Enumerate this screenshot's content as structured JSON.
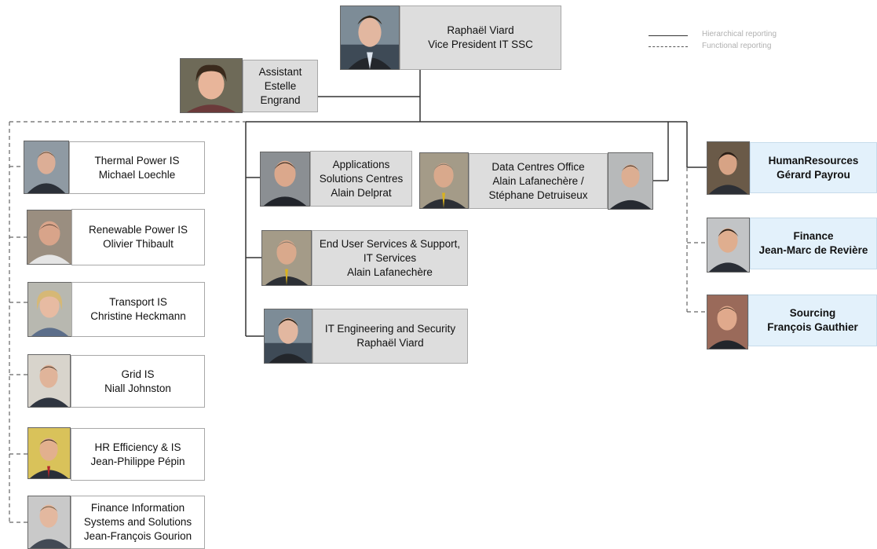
{
  "legend": {
    "hierarchical": "Hierarchical reporting",
    "functional": "Functional reporting"
  },
  "top": {
    "line1": "Raphaël Viard",
    "line2": "Vice President IT SSC"
  },
  "assistant": {
    "line1": "Assistant",
    "line2": "Estelle Engrand"
  },
  "left_units": [
    {
      "line1": "Thermal Power IS",
      "line2": "Michael Loechle"
    },
    {
      "line1": "Renewable Power IS",
      "line2": "Olivier Thibault"
    },
    {
      "line1": "Transport IS",
      "line2": "Christine Heckmann"
    },
    {
      "line1": "Grid IS",
      "line2": "Niall Johnston"
    },
    {
      "line1": "HR Efficiency & IS",
      "line2": "Jean-Philippe Pépin"
    },
    {
      "line1": "Finance Information",
      "line2": "Systems and Solutions",
      "line3": "Jean-François Gourion"
    }
  ],
  "center_units": {
    "asc": {
      "line1": "Applications",
      "line2": "Solutions Centres",
      "line3": "Alain Delprat"
    },
    "dc": {
      "line1": "Data Centres Office",
      "line2": "Alain Lafanechère /",
      "line3": "Stéphane Detruiseux"
    },
    "eus": {
      "line1": "End User Services & Support,",
      "line2": "IT Services",
      "line3": "Alain Lafanechère"
    },
    "ites": {
      "line1": "IT Engineering and Security",
      "line2": "Raphaël Viard"
    }
  },
  "right_units": [
    {
      "line1": "HumanResources",
      "line2": "Gérard Payrou"
    },
    {
      "line1": "Finance",
      "line2": "Jean-Marc de Revière"
    },
    {
      "line1": "Sourcing",
      "line2": "François Gauthier"
    }
  ]
}
